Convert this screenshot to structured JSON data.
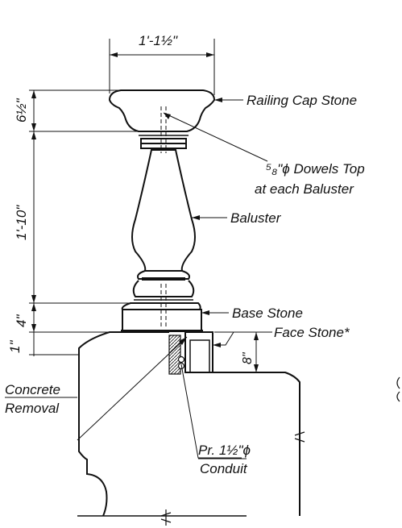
{
  "dimensions": {
    "cap_width": "1'-1½\"",
    "cap_height": "6½\"",
    "baluster_height": "1'-10\"",
    "base_height": "4\"",
    "face_offset": "1\"",
    "face_stone_height": "8\""
  },
  "labels": {
    "railing_cap_stone": "Railing Cap Stone",
    "dowels_line1": "⁵₈\"ϕ Dowels Top",
    "dowels_line2": "at each Baluster",
    "baluster": "Baluster",
    "base_stone": "Base Stone",
    "face_stone": "Face Stone*",
    "concrete_removal_line1": "Concrete",
    "concrete_removal_line2": "Removal",
    "conduit_line1": "Pr. 1½\"ϕ",
    "conduit_line2": "Conduit"
  },
  "colors": {
    "ink": "#111111",
    "paper": "#ffffff"
  }
}
